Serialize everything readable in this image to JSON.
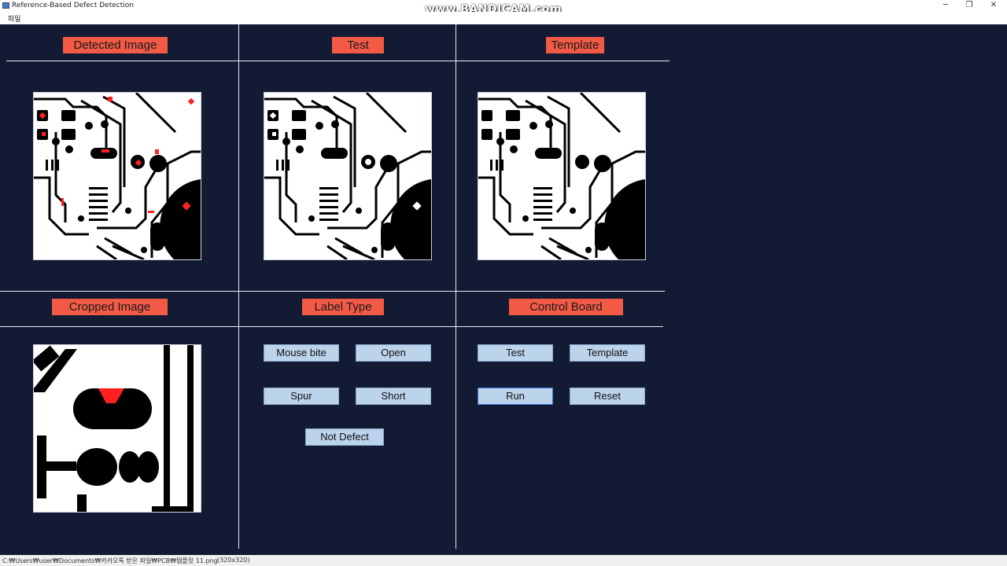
{
  "window": {
    "title": "Reference-Based Defect Detection",
    "controls": {
      "minimize": "─",
      "restore": "❐",
      "close": "✕"
    }
  },
  "watermark": "www.BANDICAM.com",
  "menu": {
    "file": "파일"
  },
  "sections": {
    "detected": "Detected Image",
    "test": "Test",
    "template": "Template",
    "cropped": "Cropped Image",
    "label_type": "Label Type",
    "control_board": "Control Board"
  },
  "label_buttons": {
    "mouse_bite": "Mouse bite",
    "open": "Open",
    "spur": "Spur",
    "short": "Short",
    "not_defect": "Not Defect"
  },
  "control_buttons": {
    "test": "Test",
    "template": "Template",
    "run": "Run",
    "reset": "Reset"
  },
  "status": {
    "path": "C:₩Users₩user₩Documents₩카카오톡 받은 파일₩PCB₩템플릿 11.png",
    "dimensions": "(320x320)"
  },
  "colors": {
    "background": "#131a33",
    "label_bg": "#f25a46",
    "button_bg": "#bcd3ec",
    "defect_marker": "#ff2020"
  }
}
